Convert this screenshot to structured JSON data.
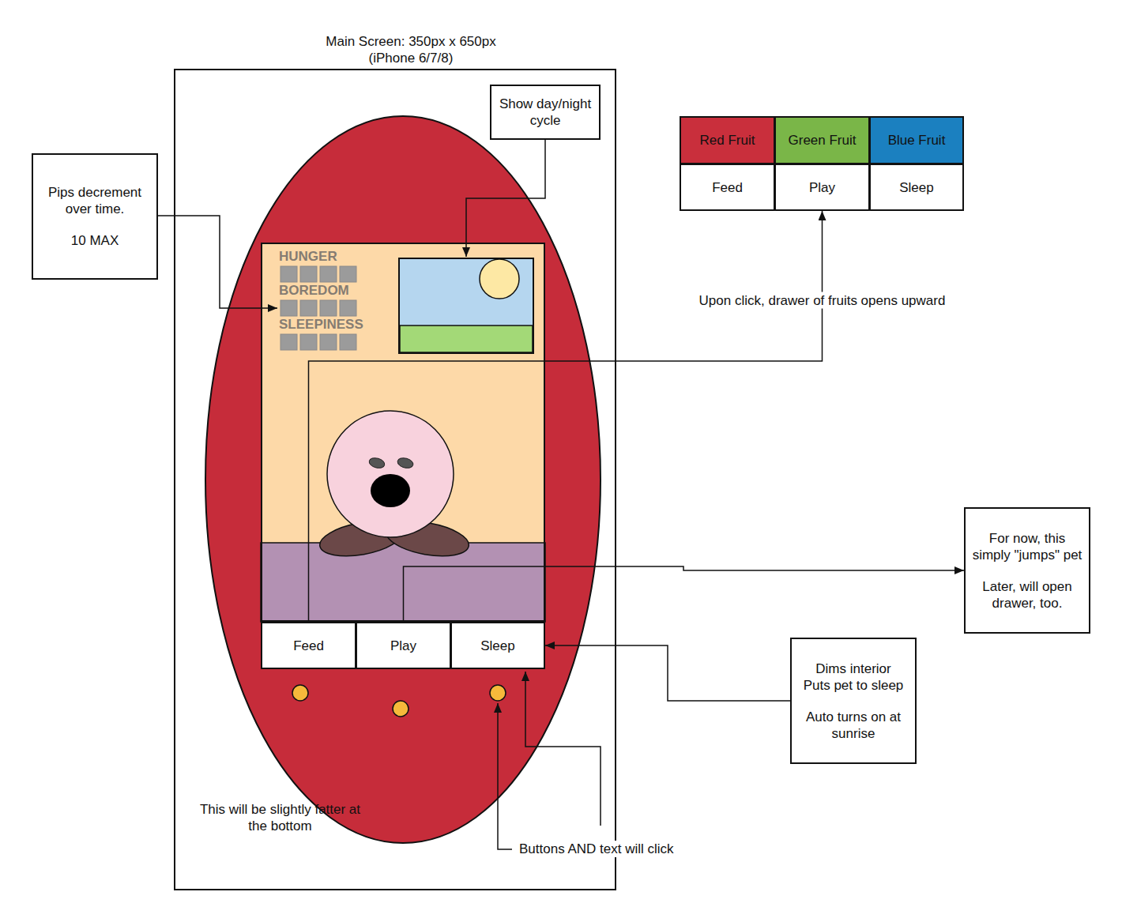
{
  "diagram": {
    "nodes": [
      {
        "text": [
          "Pips decrement over time.",
          "10 MAX"
        ]
      },
      {
        "text": [
          "Main Screen: 350px x 650px (iPhone 6/7/8)",
          "This will be slightly fatter at the bottom"
        ]
      },
      {
        "text": [
          "Show day/night cycle"
        ],
        "in": 1
      },
      {
        "text": [
          "HUNGER",
          "BOREDOM",
          "SLEEPINESS"
        ],
        "in": 1
      },
      {
        "text": [
          "Feed"
        ],
        "in": 1
      },
      {
        "text": [
          "Play"
        ],
        "in": 1
      },
      {
        "text": [
          "Sleep"
        ],
        "in": 1
      },
      {
        "text": [
          "Red Fruit"
        ]
      },
      {
        "text": [
          "Green Fruit"
        ]
      },
      {
        "text": [
          "Blue Fruit"
        ]
      },
      {
        "text": [
          "Feed"
        ]
      },
      {
        "text": [
          "Play"
        ]
      },
      {
        "text": [
          "Sleep"
        ]
      },
      {
        "text": [
          "For now, this simply \"jumps\" pet",
          "Later, will open drawer, too."
        ]
      },
      {
        "text": [
          "Dims interior Puts pet to sleep",
          "Auto turns on at sunrise"
        ]
      }
    ],
    "edges": [
      {
        "from": 4,
        "to": 11,
        "arrow": "to",
        "label": "Upon click, drawer of fruits opens upward"
      },
      {
        "from": 5,
        "to": 13,
        "arrow": "to"
      },
      {
        "from": 14,
        "to": 6,
        "arrow": "to"
      }
    ],
    "labels": [
      "Buttons AND text will click"
    ]
  }
}
